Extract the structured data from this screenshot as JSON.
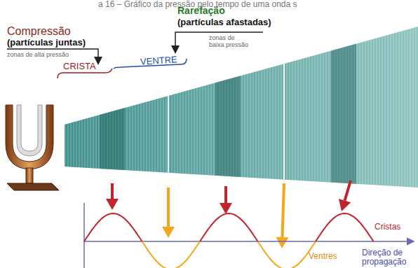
{
  "diagram": {
    "labels": [
      "a 16 – Gráfico da pressão pelo tempo de uma onda s",
      "Rarefação",
      "(partículas afastadas)",
      "zonas de baixa pressão",
      "Compressão",
      "(partículas juntas)",
      "zonas de alta pressão",
      "CRISTA",
      "VENTRE",
      "Cristas",
      "Ventres",
      "Direção de propagação"
    ]
  }
}
